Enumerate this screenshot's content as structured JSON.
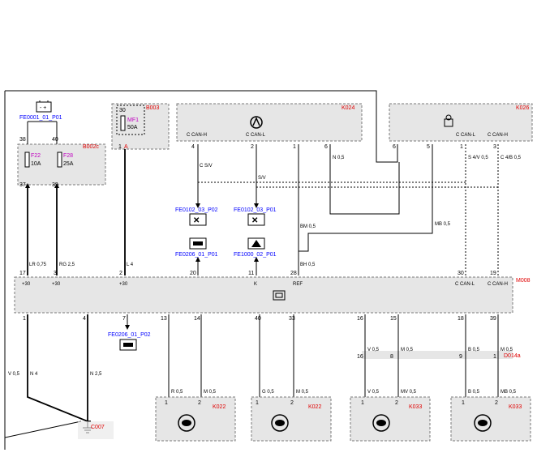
{
  "battery": {
    "link": "FE0001_01_P01",
    "pins": [
      "38",
      "40"
    ]
  },
  "fusebox_B002c": {
    "ref": "B002c",
    "fuses": [
      {
        "name": "F22",
        "rating": "10A",
        "pin_in": "38",
        "pin_out": "37"
      },
      {
        "name": "F28",
        "rating": "25A",
        "pin_in": "40",
        "pin_out": "39"
      }
    ]
  },
  "fusebox_B003": {
    "ref": "B003",
    "pin_top": "30",
    "fuse": "MF1",
    "rating": "50A",
    "pin_out": "1",
    "pin_out_letter": "A"
  },
  "K024": {
    "ref": "K024",
    "pins": [
      "4",
      "2",
      "1",
      "6"
    ],
    "labels": [
      "C CAN-H",
      "C CAN-L"
    ]
  },
  "K026": {
    "ref": "K026",
    "pins": [
      "6",
      "5",
      "1",
      "3"
    ],
    "labels": [
      "C CAN-L",
      "C CAN-H"
    ]
  },
  "links": {
    "fe0102_a": "FE0102_03_P02",
    "fe0102_b": "FE0102_03_P01",
    "fe0206_a": "FE0206_01_P01",
    "fe1000": "FE1000_02_P01",
    "fe0206_b": "FE0206_01_P02"
  },
  "wires": {
    "w_csv": "C S/V",
    "w_sv": "S/V",
    "w_n05": "N 0,5",
    "w_bm05": "BM 0,5",
    "w_mb05": "MB 0,5",
    "w_s4v05": "S 4/V 0,5",
    "w_c4b05": "C 4/B 0,5",
    "w_lr075": "LR 0,75",
    "w_rg25": "RG 2,5",
    "w_l4": "L 4",
    "w_bh05": "BH 0,5",
    "w_v05": "V 0,5",
    "w_n4": "N 4",
    "w_n25": "N 2,5",
    "w_r05": "R 0,5",
    "w_m05a": "M 0,5",
    "w_g05": "G 0,5",
    "w_m05b": "M 0,5",
    "w_v05b": "V 0,5",
    "w_mv05": "MV 0,5",
    "w_b05": "B 0,5",
    "w_mb05b": "MB 0,5",
    "w_v05c": "V 0,5",
    "w_m05c": "M 0,5",
    "w_b05c": "B 0,5",
    "w_m05d": "M 0,5"
  },
  "M008": {
    "ref": "M008",
    "top_pins": [
      "17",
      "3",
      "2",
      "20",
      "11",
      "28",
      "30",
      "19"
    ],
    "top_labels": [
      "+30",
      "+30",
      "+30",
      "K",
      "REF",
      "C CAN-L",
      "C CAN-H"
    ],
    "bottom_pins": [
      "1",
      "4",
      "7",
      "13",
      "14",
      "40",
      "33",
      "16",
      "15",
      "18",
      "39"
    ]
  },
  "D014a": {
    "ref": "D014a",
    "pins": [
      "16",
      "8",
      "9",
      "1"
    ]
  },
  "ground": {
    "ref": "C007"
  },
  "sensors": [
    {
      "ref": "K022",
      "pins": [
        "1",
        "2"
      ]
    },
    {
      "ref": "K022",
      "pins": [
        "1",
        "2"
      ]
    },
    {
      "ref": "K033",
      "pins": [
        "1",
        "2"
      ]
    },
    {
      "ref": "K033",
      "pins": [
        "1",
        "2"
      ]
    }
  ]
}
